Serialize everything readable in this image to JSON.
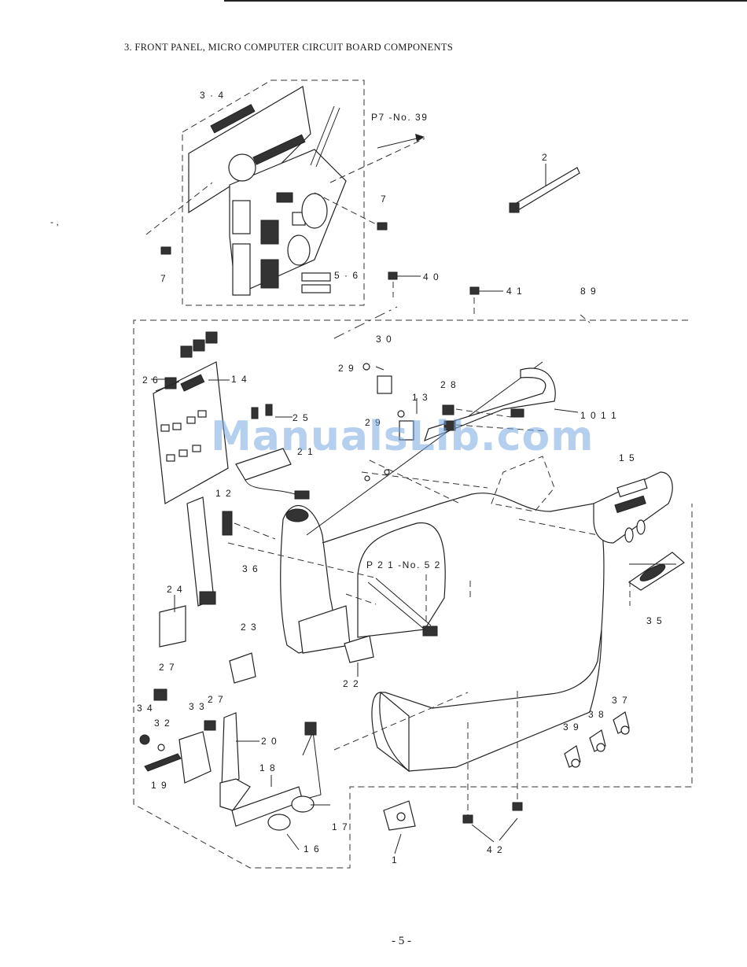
{
  "page": {
    "title": "3. FRONT PANEL, MICRO COMPUTER CIRCUIT BOARD COMPONENTS",
    "page_number": "- 5 -",
    "stray_mark": "-  ,"
  },
  "watermark": "ManualsLib.com",
  "callouts": {
    "c34": "3 · 4",
    "p7_no39": "P7 -No. 39",
    "c2": "2",
    "c7a": "7",
    "c7b": "7",
    "c56": "5 · 6",
    "c40": "4 0",
    "c41": "4 1",
    "c89": "8  9",
    "c30": "3 0",
    "c29a": "2 9",
    "c28": "2 8",
    "c13": "1 3",
    "c29b": "2 9",
    "c1011": "1 0   1 1",
    "c26": "2 6",
    "c14": "1 4",
    "c25": "2 5",
    "c21": "2 1",
    "c15": "1 5",
    "c12": "1 2",
    "c36": "3 6",
    "p21_no52": "P 2 1 -No. 5 2",
    "c35": "3 5",
    "c24": "2 4",
    "c23": "2 3",
    "c22": "2 2",
    "c27a": "2 7",
    "c34b": "3 4",
    "c33": "3 3",
    "c27b": "2 7",
    "c32": "3 2",
    "c20": "2 0",
    "c19": "1 9",
    "c18": "1 8",
    "c17": "1 7",
    "c16": "1 6",
    "c37": "3 7",
    "c38": "3 8",
    "c39": "3 9",
    "c1": "1",
    "c42": "4 2"
  }
}
